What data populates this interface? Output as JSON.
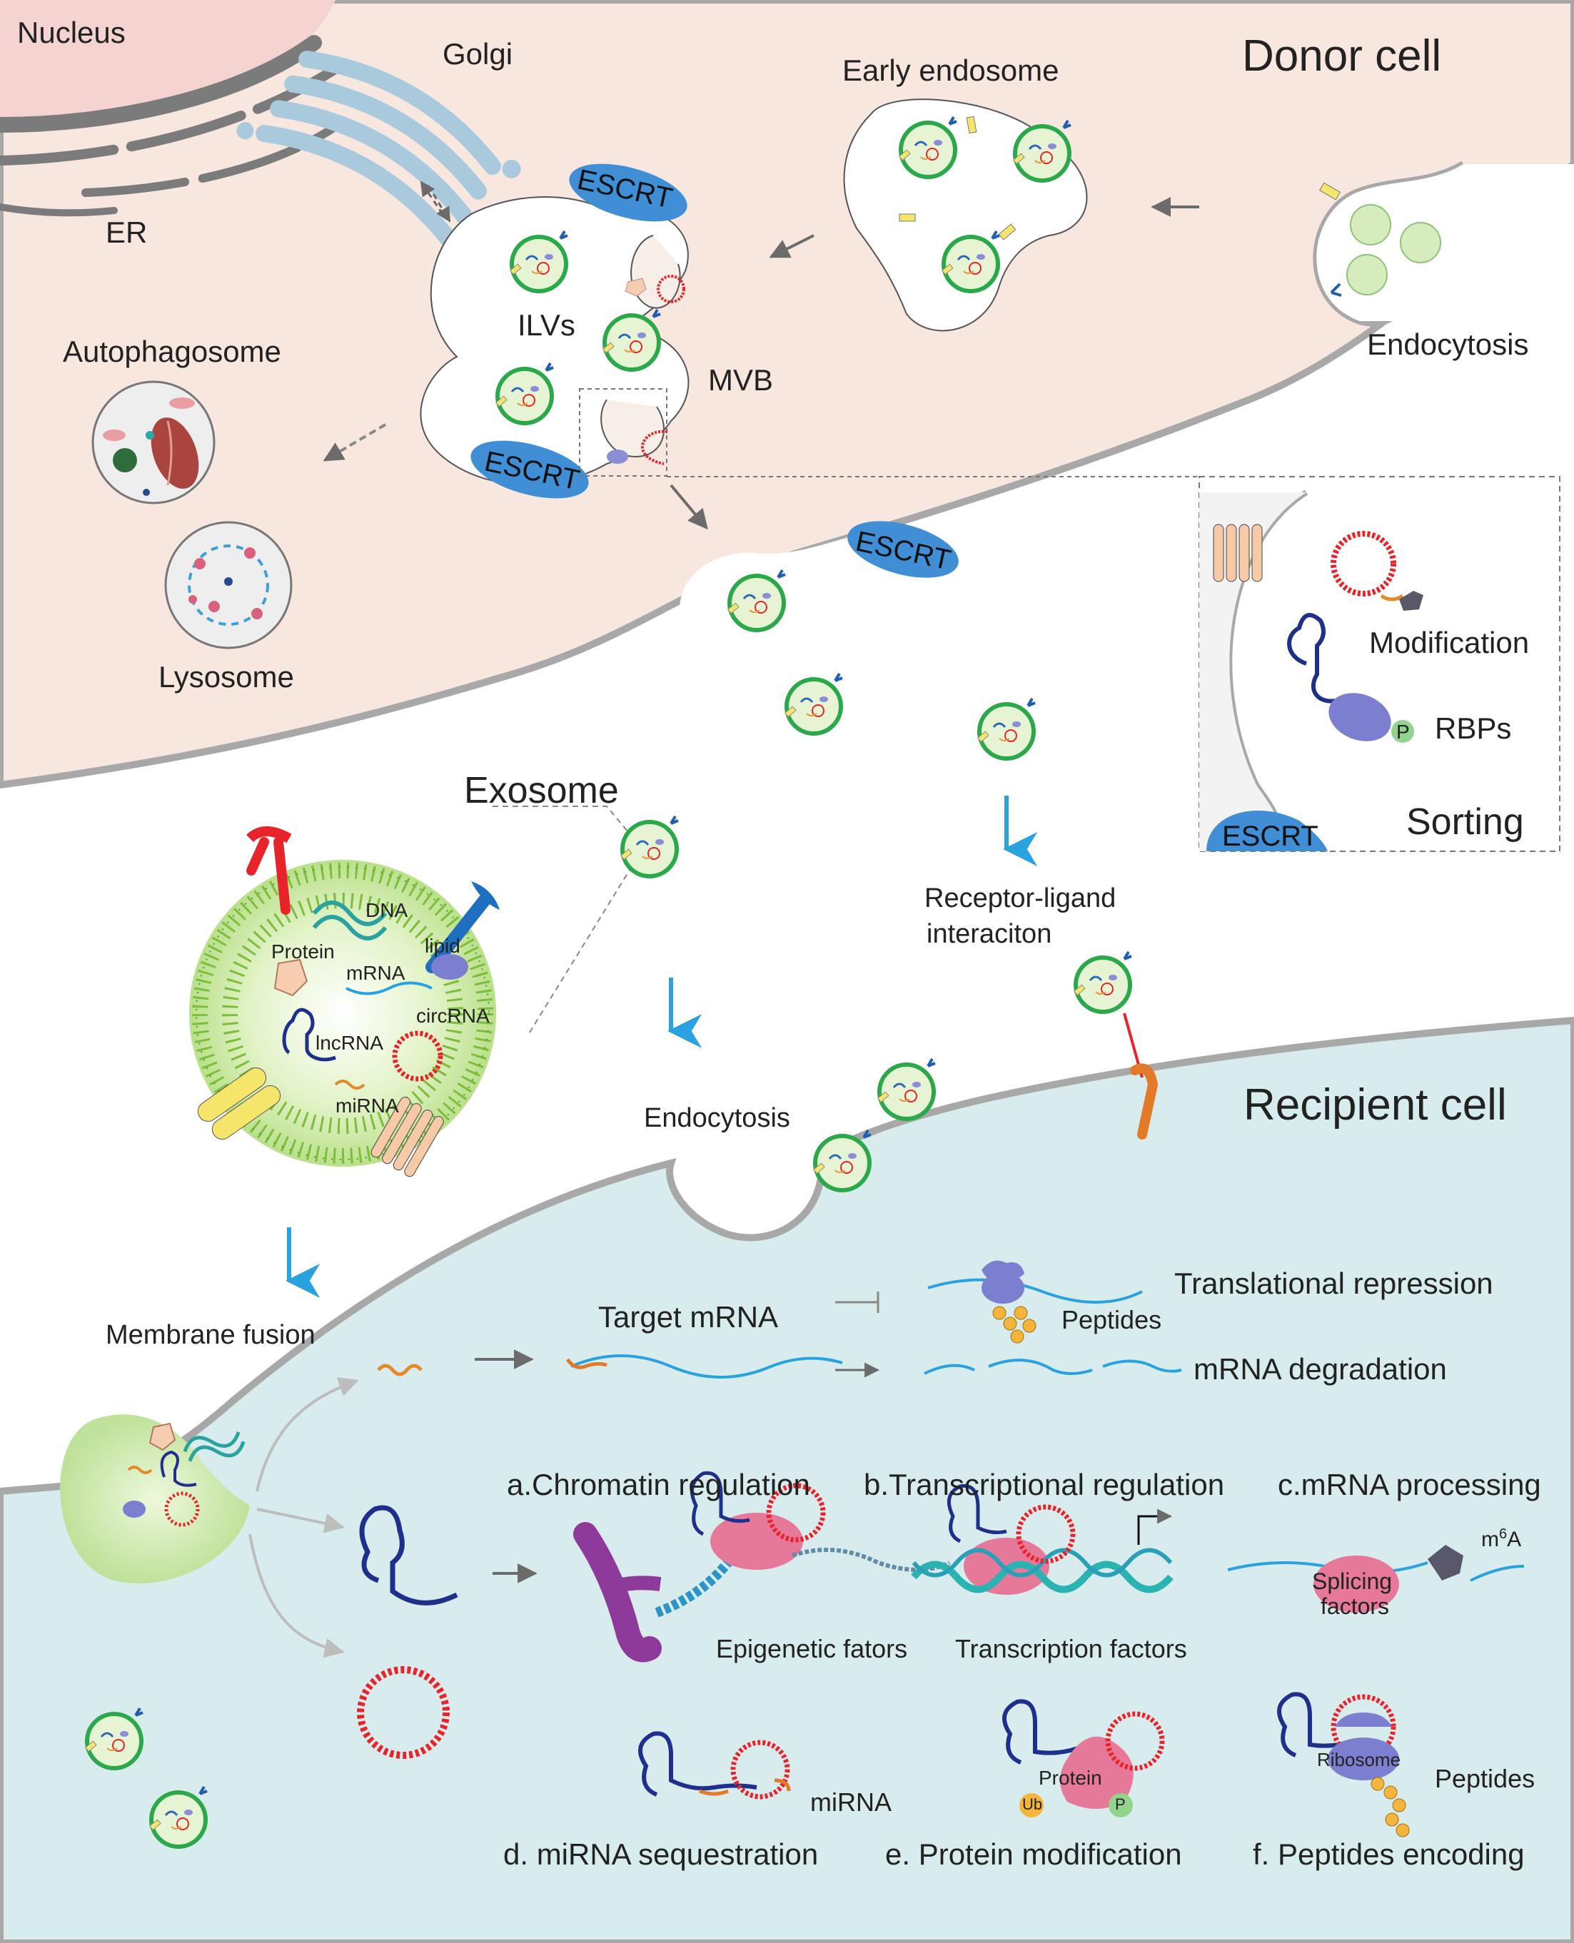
{
  "donor": {
    "title": "Donor cell",
    "nucleus": "Nucleus",
    "golgi": "Golgi",
    "er": "ER",
    "early_endosome": "Early endosome",
    "endocytosis": "Endocytosis",
    "escrt": "ESCRT",
    "ilvs": "ILVs",
    "mvb": "MVB",
    "autophagosome": "Autophagosome",
    "lysosome": "Lysosome"
  },
  "sorting": {
    "escrt": "ESCRT",
    "modification": "Modification",
    "rbps": "RBPs",
    "p": "P",
    "sorting": "Sorting"
  },
  "exosome": {
    "title": "Exosome",
    "dna": "DNA",
    "protein": "Protein",
    "lipid": "lipid",
    "mrna": "mRNA",
    "lncrna": "lncRNA",
    "circrna": "circRNA",
    "mirna": "miRNA"
  },
  "uptake": {
    "receptor_ligand_1": "Receptor-ligand",
    "receptor_ligand_2": "interaciton",
    "endocytosis": "Endocytosis",
    "membrane_fusion": "Membrane fusion"
  },
  "recipient": {
    "title": "Recipient cell",
    "target_mrna": "Target mRNA",
    "translational_repression": "Translational repression",
    "peptides_top": "Peptides",
    "mrna_degradation": "mRNA degradation",
    "a": "a.Chromatin regulation",
    "b": "b.Transcriptional regulation",
    "c": "c.mRNA processing",
    "epigenetic": "Epigenetic fators",
    "transcription_factors": "Transcription factors",
    "splicing_1": "Splicing",
    "splicing_2": "factors",
    "m6a_base": "m",
    "m6a_sup": "6",
    "m6a_tail": "A",
    "mirna": "miRNA",
    "protein": "Protein",
    "ub": "Ub",
    "p": "P",
    "ribosome": "Ribosome",
    "peptides": "Peptides",
    "d": "d. miRNA sequestration",
    "e": "e. Protein modification",
    "f": "f. Peptides encoding"
  },
  "colors": {
    "donor_fill": "#f8e7df",
    "recipient_fill": "#d8ecee",
    "membrane": "#a8a8a8",
    "escrt": "#3f8ed6",
    "exosome_green": "#2aa84a",
    "circrna": "#e8232a",
    "lncrna": "#1f2f8c",
    "mrna": "#2aa2e0",
    "arrow_blue": "#2aa2e0"
  }
}
